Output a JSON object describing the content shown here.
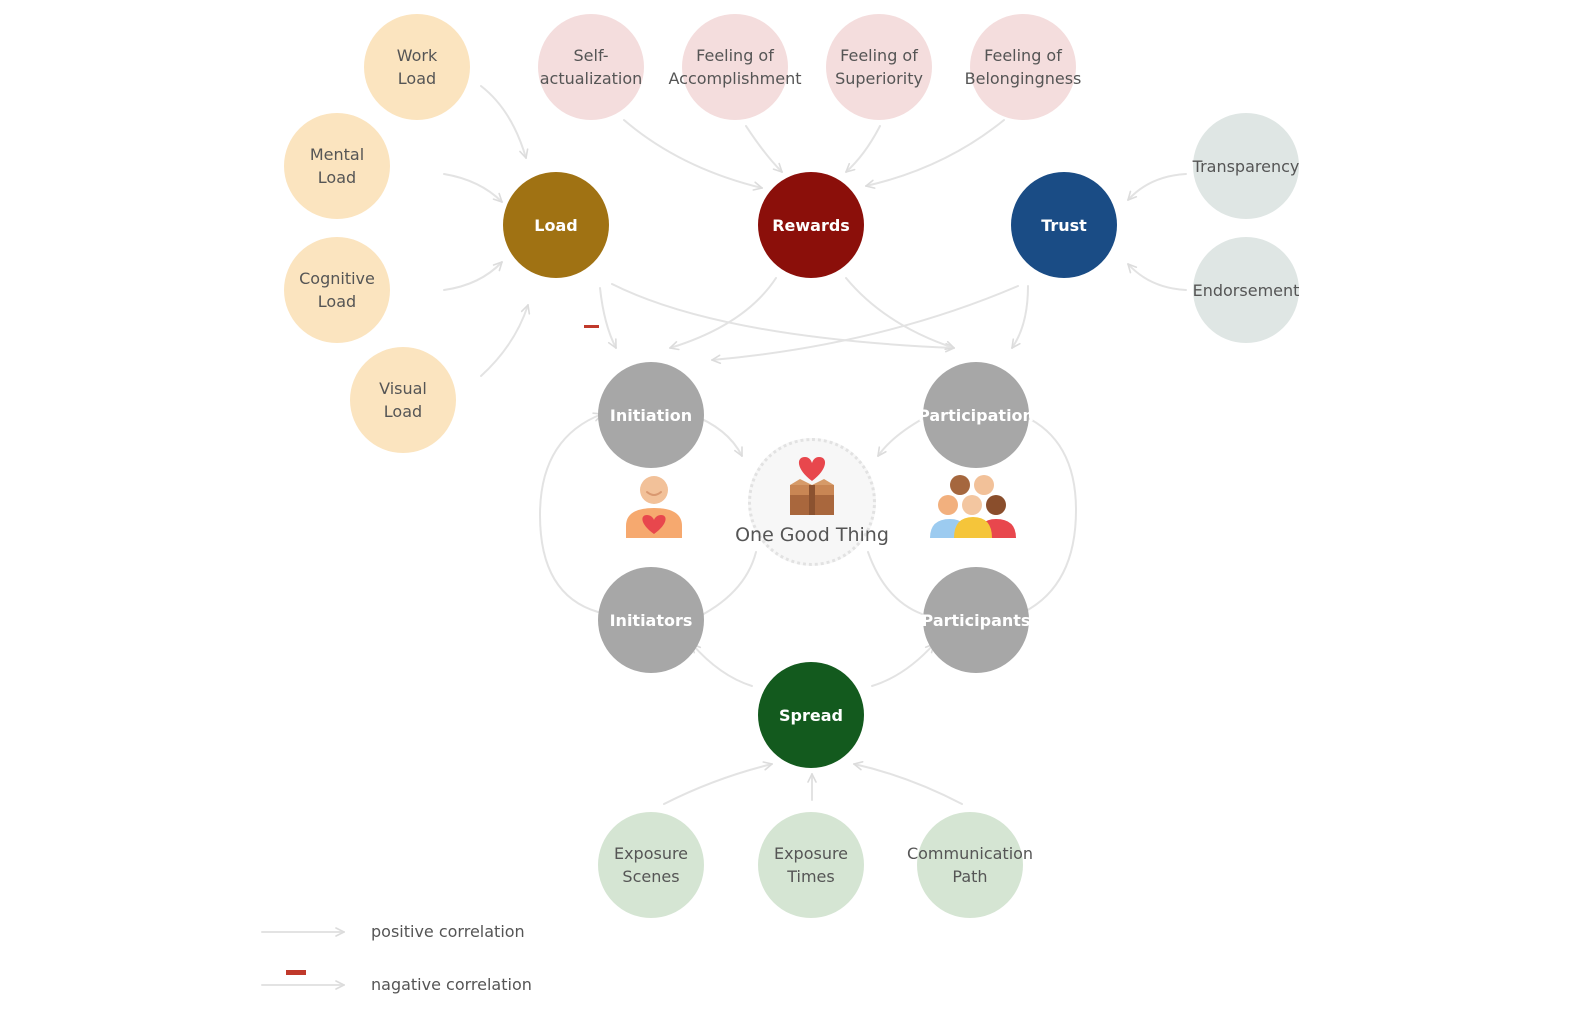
{
  "nodes": {
    "work_load": "Work\nLoad",
    "mental_load": "Mental\nLoad",
    "cognitive_load": "Cognitive\nLoad",
    "visual_load": "Visual\nLoad",
    "self_actualization": "Self-\nactualization",
    "feeling_accomplishment": "Feeling of\nAccomplishment",
    "feeling_superiority": "Feeling of\nSuperiority",
    "feeling_belongingness": "Feeling of\nBelongingness",
    "transparency": "Transparency",
    "endorsement": "Endorsement",
    "load": "Load",
    "rewards": "Rewards",
    "trust": "Trust",
    "initiation": "Initiation",
    "participation": "Participation",
    "initiators": "Initiators",
    "participants": "Participants",
    "spread": "Spread",
    "exposure_scenes": "Exposure\nScenes",
    "exposure_times": "Exposure\nTimes",
    "communication_path": "Communication\nPath",
    "center": "One Good Thing"
  },
  "legend": {
    "positive": "positive correlation",
    "negative": "nagative correlation"
  },
  "colors": {
    "load": "#a07213",
    "rewards": "#8b0f0a",
    "trust": "#1a4c85",
    "spread": "#135a1e",
    "grey_node": "#a7a7a7",
    "negative_mark": "#c0392b",
    "arrow": "#e0e0e0"
  },
  "icons": [
    "initiator-person-heart-icon",
    "gift-box-heart-icon",
    "participants-group-icon"
  ]
}
